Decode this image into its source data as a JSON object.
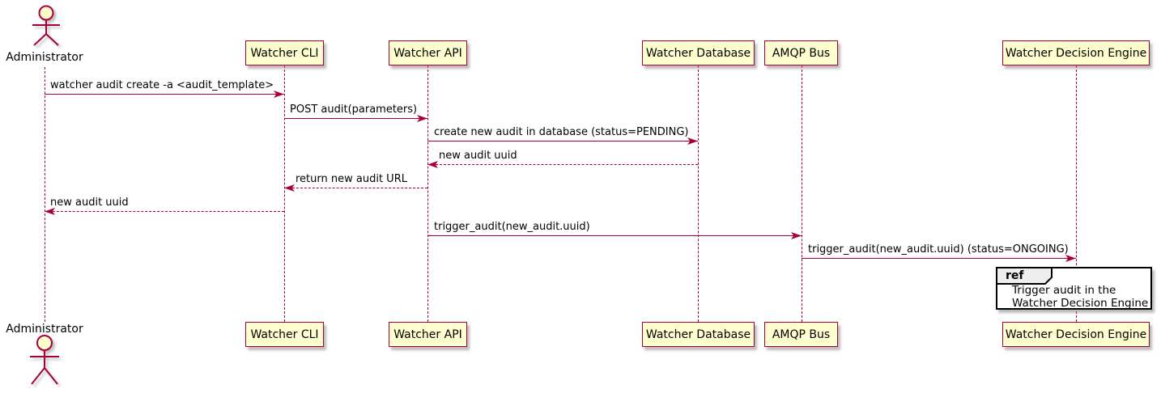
{
  "diagram": {
    "type": "uml-sequence-diagram",
    "colors": {
      "participant_fill": "#FEFECE",
      "participant_border": "#A80036",
      "line": "#A80036",
      "text": "#000000",
      "ref_fill": "#FFFFFF",
      "ref_border": "#000000",
      "ref_tab_fill": "#EEEEEE"
    },
    "actors": [
      {
        "name": "Administrator"
      }
    ],
    "participants": [
      "Watcher CLI",
      "Watcher API",
      "Watcher Database",
      "AMQP Bus",
      "Watcher Decision Engine"
    ],
    "messages": [
      {
        "from": "Administrator",
        "to": "Watcher CLI",
        "label": "watcher audit create -a <audit_template>",
        "line": "solid",
        "direction": "right"
      },
      {
        "from": "Watcher CLI",
        "to": "Watcher API",
        "label": "POST audit(parameters)",
        "line": "solid",
        "direction": "right"
      },
      {
        "from": "Watcher API",
        "to": "Watcher Database",
        "label": "create new audit in database (status=PENDING)",
        "line": "solid",
        "direction": "right"
      },
      {
        "from": "Watcher Database",
        "to": "Watcher API",
        "label": "new audit uuid",
        "line": "dashed",
        "direction": "left"
      },
      {
        "from": "Watcher API",
        "to": "Watcher CLI",
        "label": "return new audit URL",
        "line": "dashed",
        "direction": "left"
      },
      {
        "from": "Watcher CLI",
        "to": "Administrator",
        "label": "new audit uuid",
        "line": "dashed",
        "direction": "left"
      },
      {
        "from": "Watcher API",
        "to": "AMQP Bus",
        "label": "trigger_audit(new_audit.uuid)",
        "line": "solid",
        "direction": "right"
      },
      {
        "from": "AMQP Bus",
        "to": "Watcher Decision Engine",
        "label": "trigger_audit(new_audit.uuid) (status=ONGOING)",
        "line": "solid",
        "direction": "right"
      }
    ],
    "ref": {
      "keyword": "ref",
      "over": "Watcher Decision Engine",
      "lines": [
        "Trigger audit in the",
        "Watcher Decision Engine"
      ]
    }
  }
}
